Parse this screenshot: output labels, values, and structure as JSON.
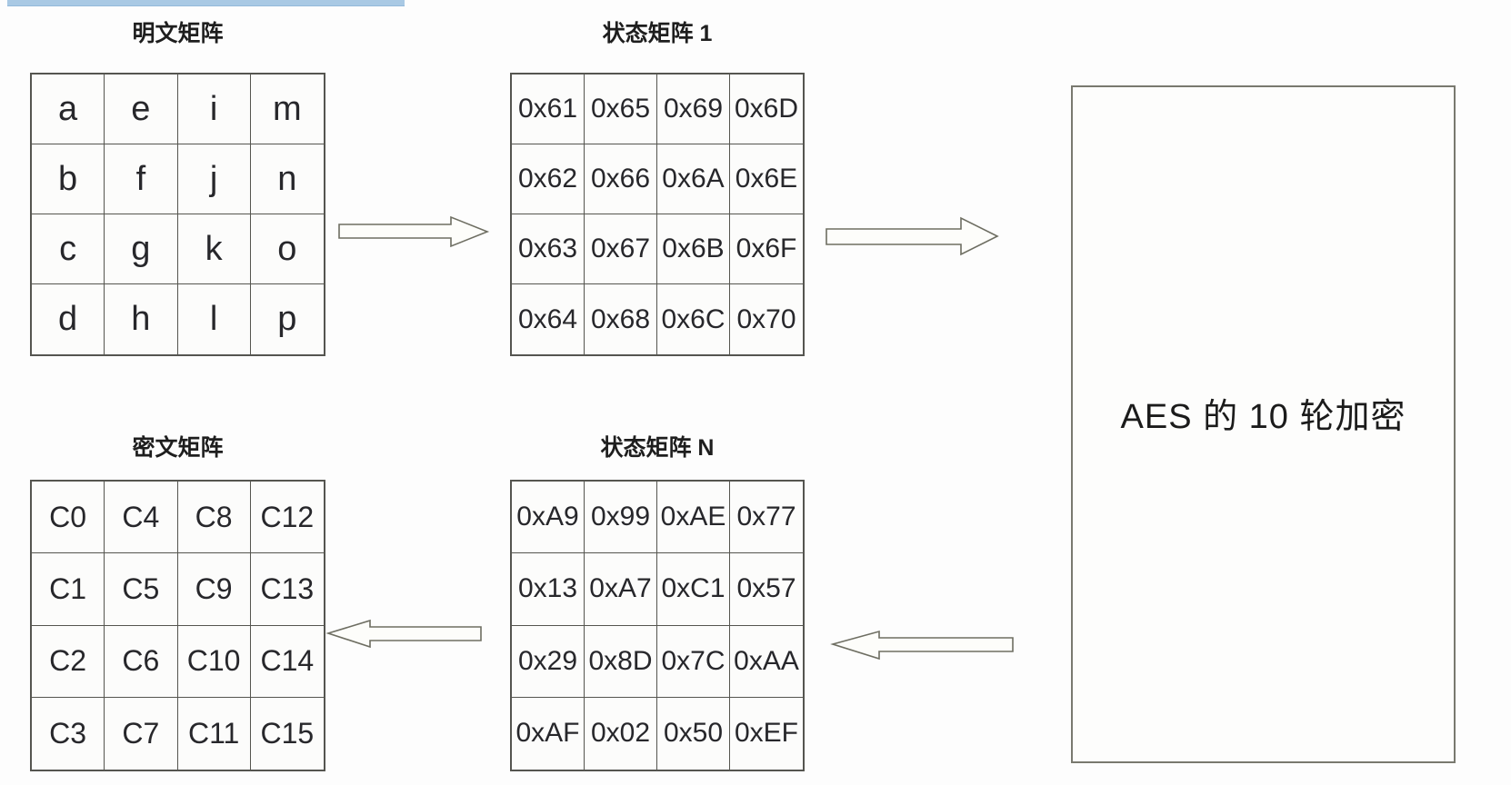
{
  "colors": {
    "accent_line": "#a9c9e4",
    "table_border": "#55554f",
    "text": "#262626",
    "background": "#fdfdfd"
  },
  "matrices": {
    "plaintext": {
      "title": "明文矩阵",
      "cells": [
        [
          "a",
          "e",
          "i",
          "m"
        ],
        [
          "b",
          "f",
          "j",
          "n"
        ],
        [
          "c",
          "g",
          "k",
          "o"
        ],
        [
          "d",
          "h",
          "l",
          "p"
        ]
      ]
    },
    "state1": {
      "title": "状态矩阵 1",
      "cells": [
        [
          "0x61",
          "0x65",
          "0x69",
          "0x6D"
        ],
        [
          "0x62",
          "0x66",
          "0x6A",
          "0x6E"
        ],
        [
          "0x63",
          "0x67",
          "0x6B",
          "0x6F"
        ],
        [
          "0x64",
          "0x68",
          "0x6C",
          "0x70"
        ]
      ]
    },
    "ciphertext": {
      "title": "密文矩阵",
      "cells": [
        [
          "C0",
          "C4",
          "C8",
          "C12"
        ],
        [
          "C1",
          "C5",
          "C9",
          "C13"
        ],
        [
          "C2",
          "C6",
          "C10",
          "C14"
        ],
        [
          "C3",
          "C7",
          "C11",
          "C15"
        ]
      ]
    },
    "stateN": {
      "title": "状态矩阵 N",
      "cells": [
        [
          "0xA9",
          "0x99",
          "0xAE",
          "0x77"
        ],
        [
          "0x13",
          "0xA7",
          "0xC1",
          "0x57"
        ],
        [
          "0x29",
          "0x8D",
          "0x7C",
          "0xAA"
        ],
        [
          "0xAF",
          "0x02",
          "0x50",
          "0xEF"
        ]
      ]
    }
  },
  "aes_box": {
    "label": "AES 的 10 轮加密"
  }
}
